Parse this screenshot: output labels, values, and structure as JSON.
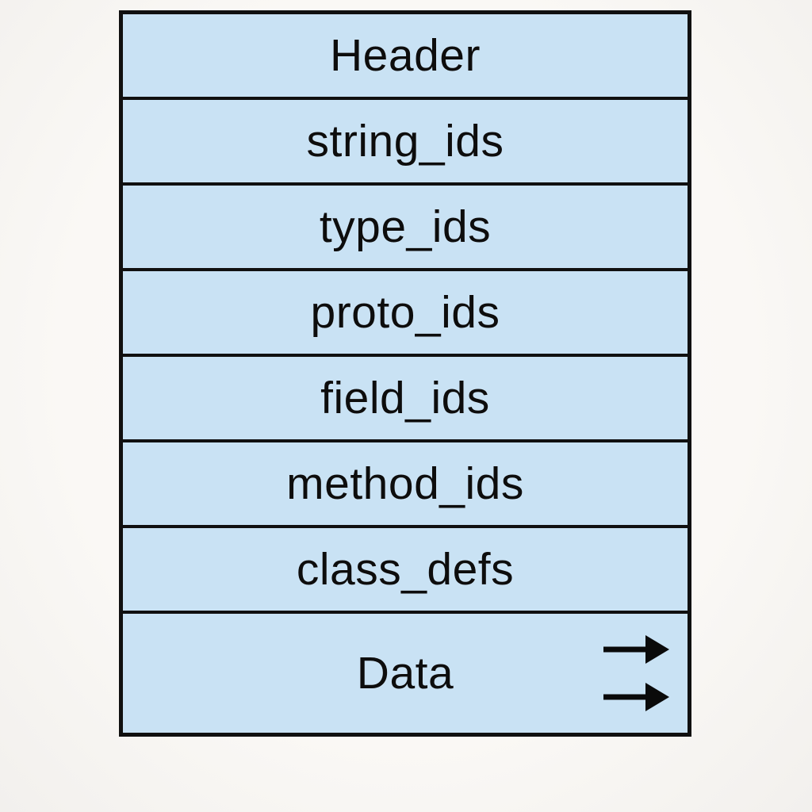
{
  "diagram": {
    "type": "stacked-box-file-structure",
    "rows": [
      {
        "label": "Header"
      },
      {
        "label": "string_ids"
      },
      {
        "label": "type_ids"
      },
      {
        "label": "proto_ids"
      },
      {
        "label": "field_ids"
      },
      {
        "label": "method_ids"
      },
      {
        "label": "class_defs"
      },
      {
        "label": "Data",
        "icons": [
          "arrow-right-icon",
          "arrow-right-icon"
        ]
      }
    ],
    "colors": {
      "row_fill": "#c9e2f4",
      "border": "#101010",
      "text": "#0d0d0d",
      "arrow": "#0a0a0a",
      "background": "#faf8f5"
    }
  }
}
